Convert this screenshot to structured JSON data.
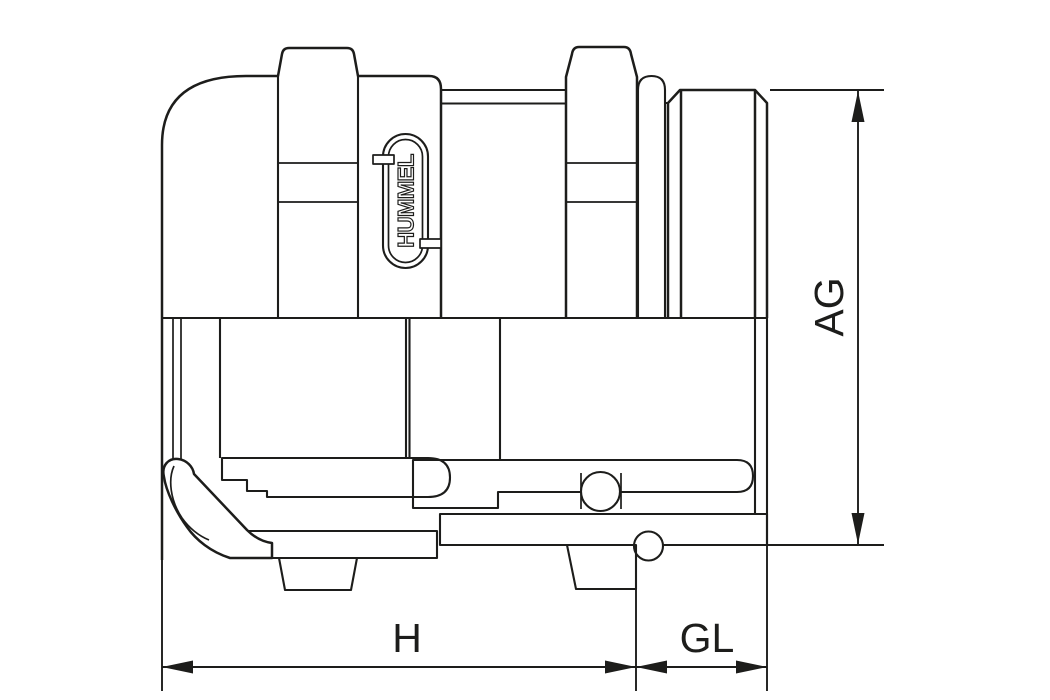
{
  "drawing": {
    "colors": {
      "line": "#1d1d1b",
      "background": "#ffffff"
    },
    "logo": {
      "text": "HUMMEL"
    },
    "dimensions": {
      "ag": {
        "label": "AG"
      },
      "h": {
        "label": "H"
      },
      "gl": {
        "label": "GL"
      }
    }
  }
}
